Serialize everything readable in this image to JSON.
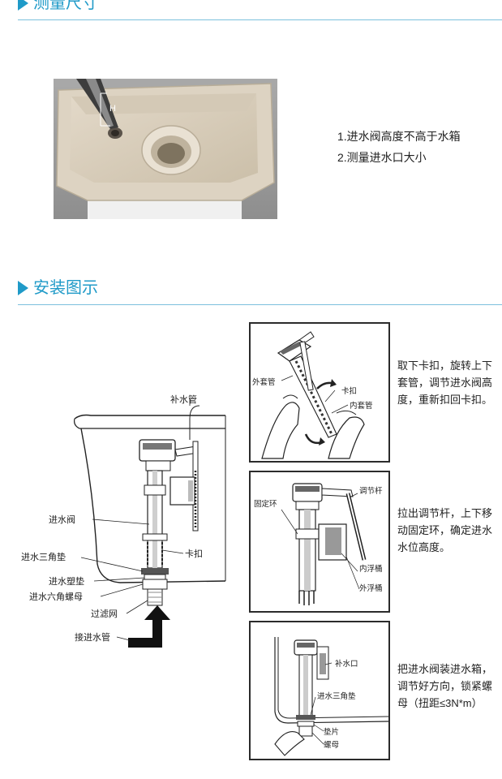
{
  "sections": {
    "measure": {
      "title": "测量尺寸"
    },
    "install": {
      "title": "安装图示"
    }
  },
  "photo": {
    "height_marker": "H"
  },
  "measure_notes": [
    "1.进水阀高度不高于水箱",
    "2.测量进水口大小"
  ],
  "main_diagram": {
    "labels": {
      "refill_tube": "补水管",
      "inlet_valve": "进水阀",
      "clip": "卡扣",
      "triangle_gasket": "进水三角垫",
      "plastic_gasket": "进水塑垫",
      "hex_nut": "进水六角螺母",
      "filter": "过滤网",
      "supply_pipe": "接进水管"
    }
  },
  "steps": [
    {
      "labels": {
        "outer": "外套管",
        "clip": "卡扣",
        "inner": "内套管"
      },
      "lines": [
        "取下卡扣，旋转上下",
        "套管，调节进水阀高",
        "度，重新扣回卡扣。"
      ]
    },
    {
      "labels": {
        "rod": "调节杆",
        "ring": "固定环",
        "inner_float": "内浮桶",
        "outer_float": "外浮桶"
      },
      "lines": [
        "拉出调节杆，上下移",
        "动固定环，确定进水",
        "水位高度。"
      ]
    },
    {
      "labels": {
        "refill_port": "补水口",
        "triangle_gasket": "进水三角垫",
        "gasket": "垫片",
        "nut": "螺母"
      },
      "lines": [
        "把进水阀装进水箱，",
        "调节好方向，锁紧螺",
        "母（扭距≤3N*m）"
      ]
    }
  ],
  "colors": {
    "accent": "#1f9ac8",
    "rule": "#7cc0dd"
  }
}
